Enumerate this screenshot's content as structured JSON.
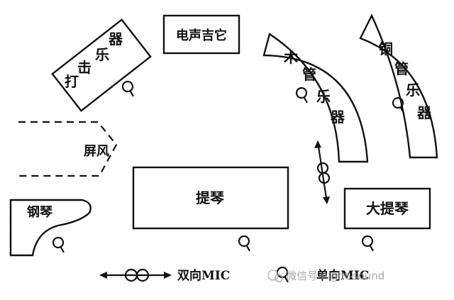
{
  "labels": {
    "electric_guitar": "电声吉它",
    "percussion_chars": [
      "器",
      "乐",
      "击",
      "打"
    ],
    "screen": "屏风",
    "piano": "钢琴",
    "violin": "提琴",
    "woodwind_chars": [
      "木",
      "管",
      "乐",
      "器"
    ],
    "brass_chars": [
      "铜",
      "管",
      "乐",
      "器"
    ],
    "double_bass": "大提琴"
  },
  "legend": {
    "bidirectional": "双向MIC",
    "unidirectional": "单向MIC"
  },
  "watermark": "微信号 night-sound"
}
